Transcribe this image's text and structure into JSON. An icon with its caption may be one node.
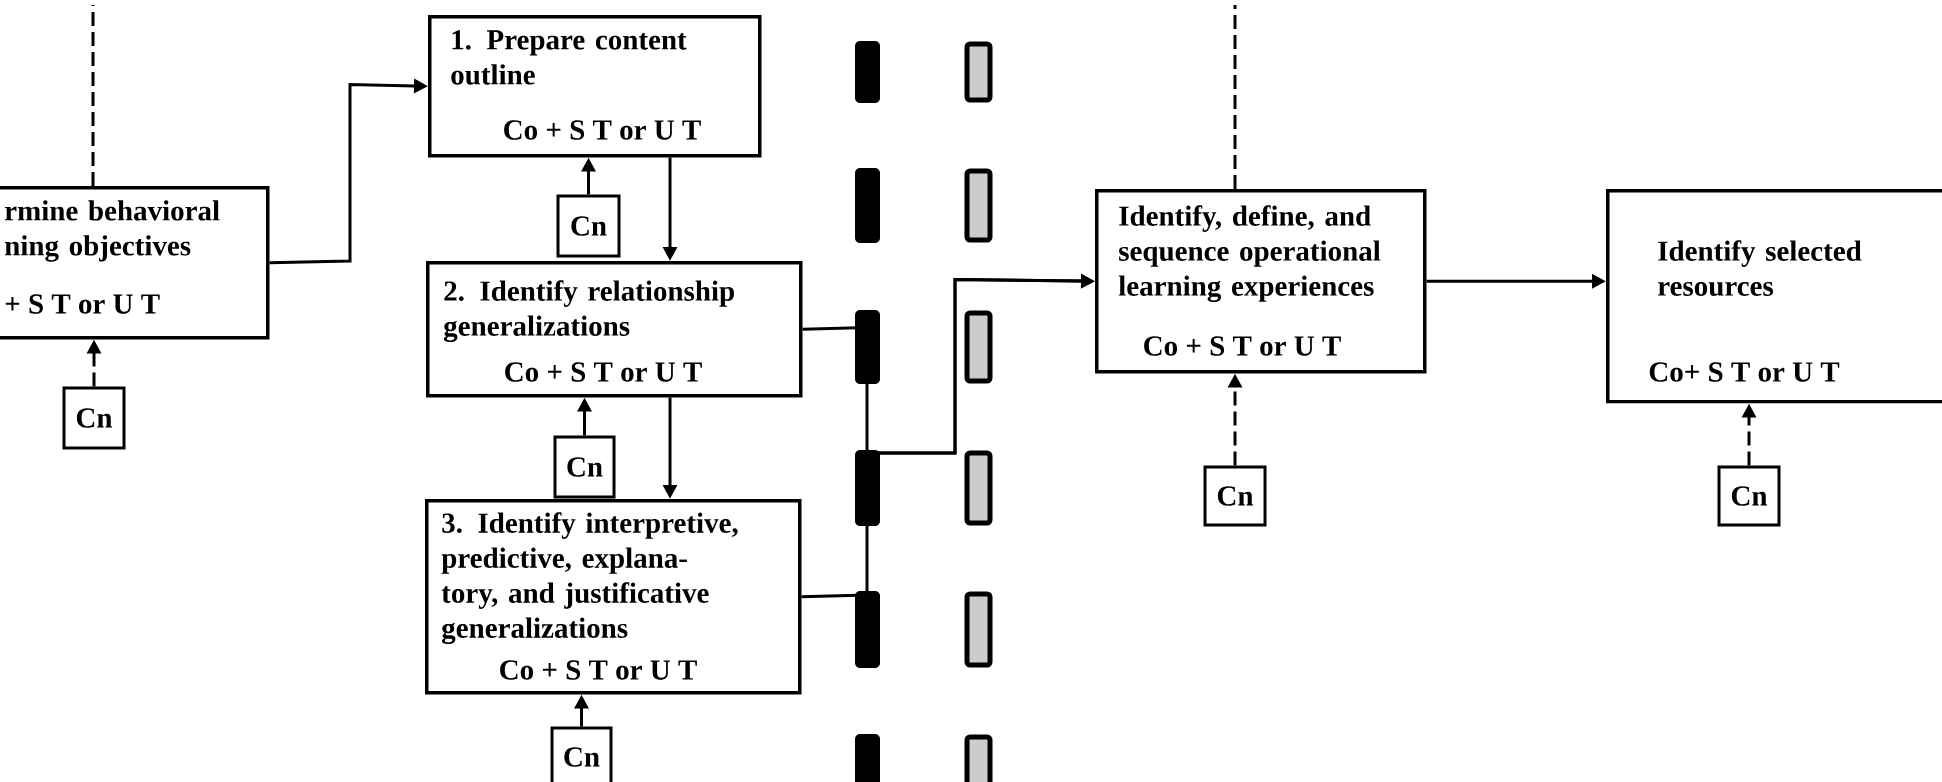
{
  "diagram": {
    "nodes": [
      {
        "text": [
          "rmine behavioral ning objectives",
          "+ S T or U T"
        ]
      },
      {
        "text": [
          "Cn"
        ]
      },
      {
        "text": [
          "1. Prepare content outline",
          "Co + S T or U T"
        ]
      },
      {
        "text": [
          "Cn"
        ]
      },
      {
        "text": [
          "2. Identify relationship generalizations",
          "Co + S T or U T"
        ]
      },
      {
        "text": [
          "Cn"
        ]
      },
      {
        "text": [
          "3. Identify interpretive, predictive, explana-tory, and justificative generalizations",
          "Co + S T or U T"
        ]
      },
      {
        "text": [
          "Cn"
        ]
      },
      {
        "text": [
          "Identify, define, and sequence operational learning experiences",
          "Co + S T or U T"
        ]
      },
      {
        "text": [
          "Cn"
        ]
      },
      {
        "text": [
          "Identify selected resources",
          "Co+ S T or U T"
        ]
      },
      {
        "text": [
          "Cn"
        ]
      }
    ],
    "edges": [
      {
        "from": 0,
        "to": 2,
        "arrow": "to"
      },
      {
        "from": 2,
        "to": 4,
        "arrow": "to"
      },
      {
        "from": 4,
        "to": 6,
        "arrow": "to"
      },
      {
        "from": 4,
        "to": 8,
        "arrow": "to"
      },
      {
        "from": 6,
        "to": 8,
        "arrow": "to"
      },
      {
        "from": 8,
        "to": 10,
        "arrow": "to"
      },
      {
        "from": 1,
        "to": 0,
        "arrow": "to",
        "style": "dashed"
      },
      {
        "from": 3,
        "to": 2,
        "arrow": "to"
      },
      {
        "from": 5,
        "to": 4,
        "arrow": "to"
      },
      {
        "from": 7,
        "to": 6,
        "arrow": "to"
      },
      {
        "from": 9,
        "to": 8,
        "arrow": "to",
        "style": "dashed"
      },
      {
        "from": 11,
        "to": 10,
        "arrow": "to",
        "style": "dashed"
      },
      {
        "from": 0,
        "to": null,
        "arrow": "none",
        "style": "dashed"
      },
      {
        "from": 8,
        "to": null,
        "arrow": "none",
        "style": "dashed"
      }
    ]
  }
}
